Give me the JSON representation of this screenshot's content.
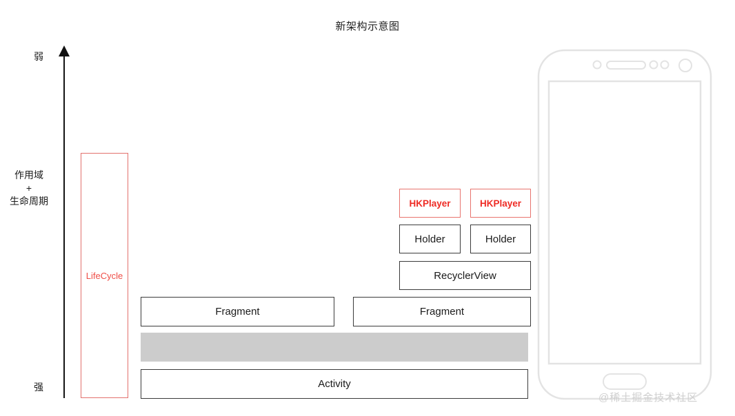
{
  "title": "新架构示意图",
  "axis": {
    "top_label": "弱",
    "mid_label_line1": "作用域",
    "mid_label_line2": "+",
    "mid_label_line3": "生命周期",
    "bottom_label": "强",
    "arrow_direction": "up"
  },
  "colors": {
    "accent_red_text": "#ee2b24",
    "accent_red_border": "#e8736d",
    "box_border": "#3a3a3a",
    "gray_bar": "#cccccc",
    "phone_outline": "#e3e3e3",
    "watermark": "#cfcfcf"
  },
  "boxes": {
    "lifecycle": "LifeCycle",
    "hkplayer_left": "HKPlayer",
    "hkplayer_right": "HKPlayer",
    "holder_left": "Holder",
    "holder_right": "Holder",
    "recyclerview": "RecyclerView",
    "fragment_left": "Fragment",
    "fragment_right": "Fragment",
    "graybar": "",
    "activity": "Activity"
  },
  "phone": {
    "components": [
      "sensor-dot",
      "earpiece-speaker",
      "sensor-dot-2",
      "sensor-dot-3",
      "front-camera",
      "screen",
      "home-button"
    ]
  },
  "watermark": "@稀土掘金技术社区"
}
